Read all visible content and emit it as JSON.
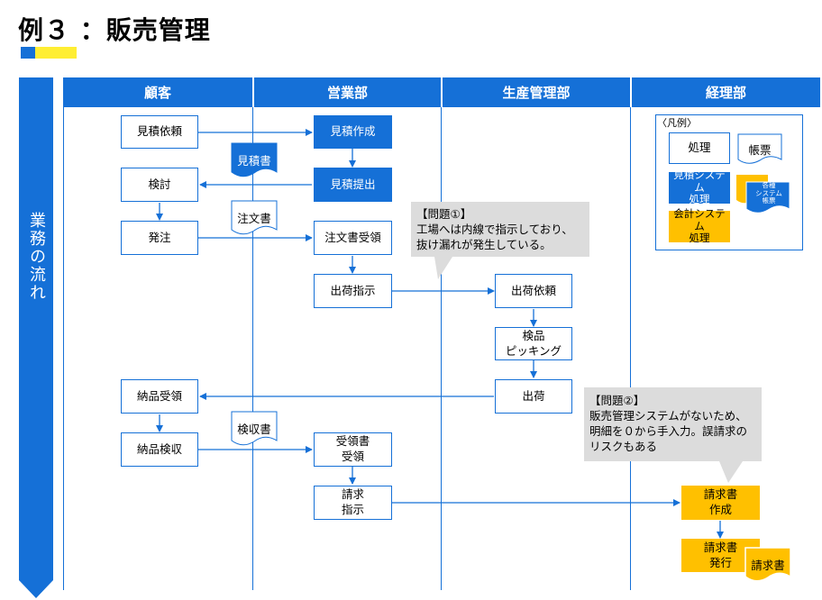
{
  "title": "例３ ：販売管理",
  "flow_label": "業務の流れ",
  "lanes": [
    "顧客",
    "営業部",
    "生産管理部",
    "経理部"
  ],
  "nodes": {
    "mitsumori_irai": "見積依頼",
    "mitsumori_sakusei": "見積作成",
    "kentou": "検討",
    "mitsumori_teishutsu": "見積提出",
    "hatchu": "発注",
    "chumonsho_juryo": "注文書受領",
    "shukka_shiji": "出荷指示",
    "shukka_irai": "出荷依頼",
    "kenpin_picking": "検品\nピッキング",
    "shukka": "出荷",
    "nouhin_juryo": "納品受領",
    "nouhin_kenshu": "納品検収",
    "juryosho_juryo": "受領書\n受領",
    "seikyu_shiji": "請求\n指示",
    "seikyusho_sakusei": "請求書\n作成",
    "seikyusho_hakkou": "請求書\n発行"
  },
  "documents": {
    "mitsumorisho": "見積書",
    "chumonsho": "注文書",
    "kenshusho": "検収書",
    "seikyusho": "請求書"
  },
  "legend": {
    "title": "〈凡例〉",
    "process": "処理",
    "voucher": "帳票",
    "estimate_system": "見積システム\n処理",
    "system_doc": "各種\nシステム\n帳票",
    "accounting_system": "会計システム\n処理"
  },
  "callouts": {
    "problem1": "【問題①】\n工場へは内線で指示しており、\n抜け漏れが発生している。",
    "problem2": "【問題②】\n販売管理システムがないため、\n明細を０から手入力。誤請求の\nリスクもある"
  },
  "colors": {
    "blue": "#1570d7",
    "yellow": "#ffc000",
    "accent_yellow": "#ffee33",
    "callout_gray": "#dcdcdc"
  }
}
